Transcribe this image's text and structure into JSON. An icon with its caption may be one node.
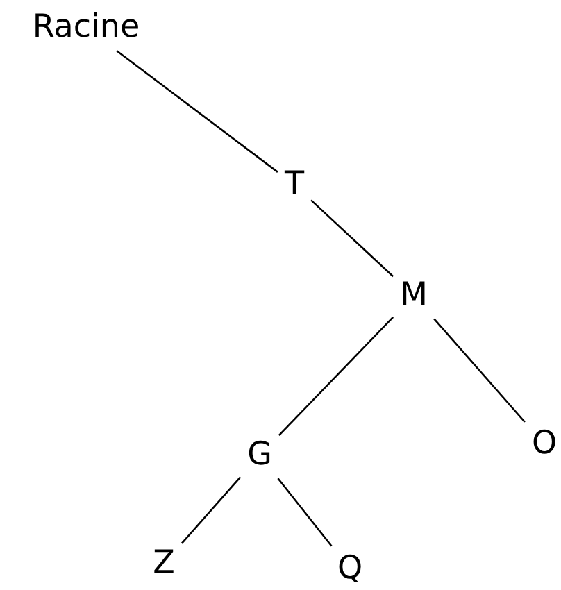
{
  "diagram": {
    "nodes": [
      {
        "text": [
          "Racine"
        ]
      },
      {
        "text": [
          "T"
        ]
      },
      {
        "text": [
          "M"
        ]
      },
      {
        "text": [
          "G"
        ]
      },
      {
        "text": [
          "O"
        ]
      },
      {
        "text": [
          "Z"
        ]
      },
      {
        "text": [
          "Q"
        ]
      }
    ],
    "edges": [
      {
        "from": 0,
        "to": 1,
        "arrow": "none"
      },
      {
        "from": 1,
        "to": 2,
        "arrow": "none"
      },
      {
        "from": 2,
        "to": 3,
        "arrow": "none"
      },
      {
        "from": 2,
        "to": 4,
        "arrow": "none"
      },
      {
        "from": 3,
        "to": 5,
        "arrow": "none"
      },
      {
        "from": 3,
        "to": 6,
        "arrow": "none"
      }
    ]
  }
}
